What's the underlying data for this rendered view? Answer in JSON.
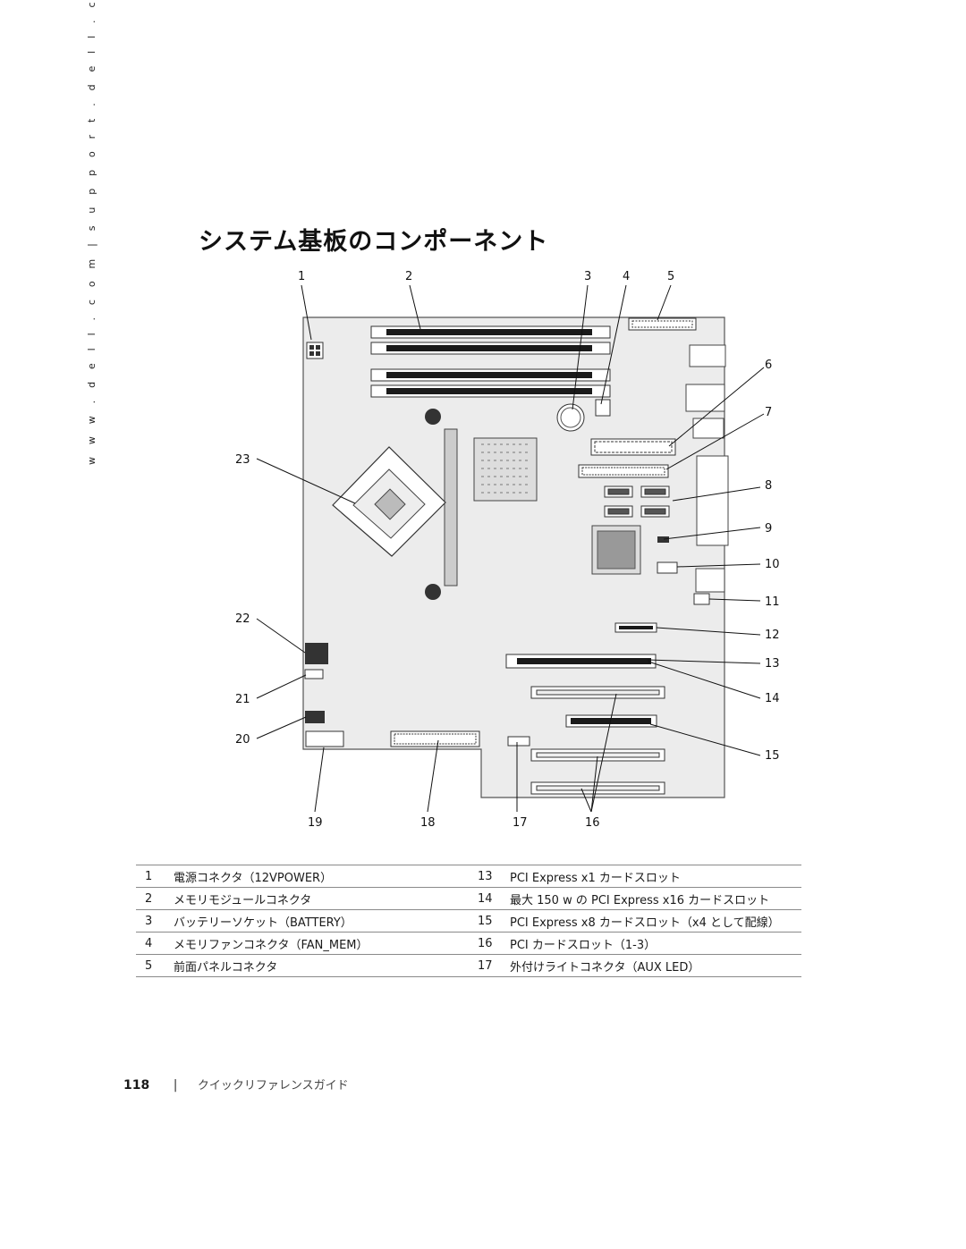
{
  "side_url": "w w w . d e l l . c o m   |   s u p p o r t . d e l l . c o m",
  "title": "システム基板のコンポーネント",
  "callouts": [
    "1",
    "2",
    "3",
    "4",
    "5",
    "6",
    "7",
    "8",
    "9",
    "10",
    "11",
    "12",
    "13",
    "14",
    "15",
    "16",
    "17",
    "18",
    "19",
    "20",
    "21",
    "22",
    "23"
  ],
  "legend": [
    {
      "n1": "1",
      "l1": "電源コネクタ（12VPOWER）",
      "n2": "13",
      "l2": "PCI Express x1 カードスロット"
    },
    {
      "n1": "2",
      "l1": "メモリモジュールコネクタ",
      "n2": "14",
      "l2": "最大 150 w の PCI Express x16 カードスロット"
    },
    {
      "n1": "3",
      "l1": "バッテリーソケット（BATTERY）",
      "n2": "15",
      "l2": "PCI Express x8 カードスロット（x4 として配線）"
    },
    {
      "n1": "4",
      "l1": "メモリファンコネクタ（FAN_MEM）",
      "n2": "16",
      "l2": "PCI カードスロット（1-3）"
    },
    {
      "n1": "5",
      "l1": "前面パネルコネクタ",
      "n2": "17",
      "l2": "外付けライトコネクタ（AUX LED）"
    }
  ],
  "footer": {
    "page": "118",
    "separator": "|",
    "guide": "クイックリファレンスガイド"
  }
}
